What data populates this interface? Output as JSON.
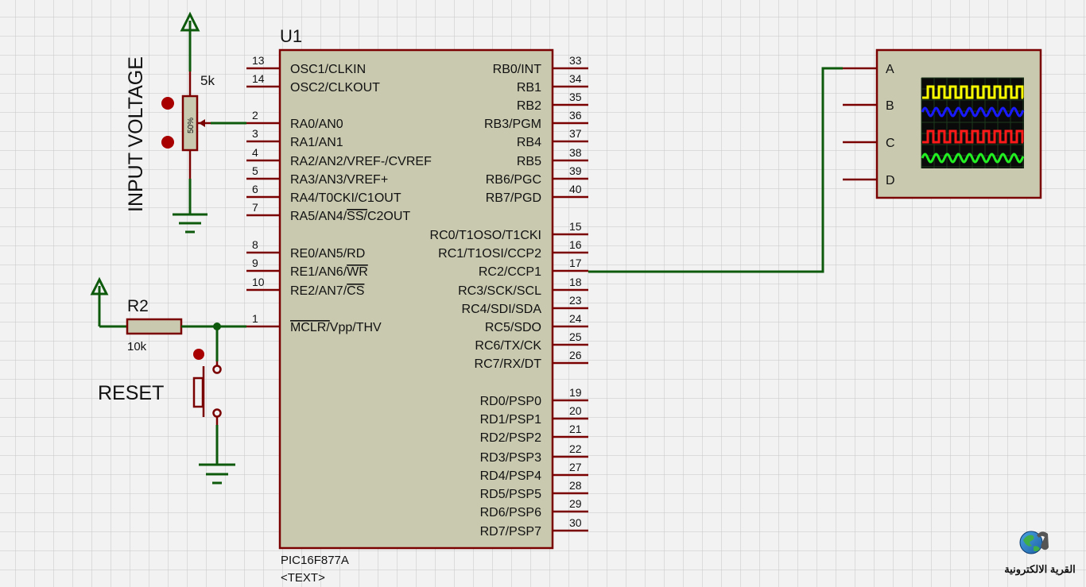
{
  "chip": {
    "ref": "U1",
    "part": "PIC16F877A",
    "text_placeholder": "<TEXT>",
    "left_pins": [
      {
        "num": "13",
        "name": "OSC1/CLKIN"
      },
      {
        "num": "14",
        "name": "OSC2/CLKOUT"
      },
      {
        "num": "2",
        "name": "RA0/AN0"
      },
      {
        "num": "3",
        "name": "RA1/AN1"
      },
      {
        "num": "4",
        "name": "RA2/AN2/VREF-/CVREF"
      },
      {
        "num": "5",
        "name": "RA3/AN3/VREF+"
      },
      {
        "num": "6",
        "name": "RA4/T0CKI/C1OUT"
      },
      {
        "num": "7",
        "name": "RA5/AN4/SS/C2OUT"
      },
      {
        "num": "8",
        "name": "RE0/AN5/RD"
      },
      {
        "num": "9",
        "name": "RE1/AN6/WR"
      },
      {
        "num": "10",
        "name": "RE2/AN7/CS"
      },
      {
        "num": "1",
        "name": "MCLR/Vpp/THV"
      }
    ],
    "right_pins": [
      {
        "num": "33",
        "name": "RB0/INT"
      },
      {
        "num": "34",
        "name": "RB1"
      },
      {
        "num": "35",
        "name": "RB2"
      },
      {
        "num": "36",
        "name": "RB3/PGM"
      },
      {
        "num": "37",
        "name": "RB4"
      },
      {
        "num": "38",
        "name": "RB5"
      },
      {
        "num": "39",
        "name": "RB6/PGC"
      },
      {
        "num": "40",
        "name": "RB7/PGD"
      },
      {
        "num": "15",
        "name": "RC0/T1OSO/T1CKI"
      },
      {
        "num": "16",
        "name": "RC1/T1OSI/CCP2"
      },
      {
        "num": "17",
        "name": "RC2/CCP1"
      },
      {
        "num": "18",
        "name": "RC3/SCK/SCL"
      },
      {
        "num": "23",
        "name": "RC4/SDI/SDA"
      },
      {
        "num": "24",
        "name": "RC5/SDO"
      },
      {
        "num": "25",
        "name": "RC6/TX/CK"
      },
      {
        "num": "26",
        "name": "RC7/RX/DT"
      },
      {
        "num": "19",
        "name": "RD0/PSP0"
      },
      {
        "num": "20",
        "name": "RD1/PSP1"
      },
      {
        "num": "21",
        "name": "RD2/PSP2"
      },
      {
        "num": "22",
        "name": "RD3/PSP3"
      },
      {
        "num": "27",
        "name": "RD4/PSP4"
      },
      {
        "num": "28",
        "name": "RD5/PSP5"
      },
      {
        "num": "29",
        "name": "RD6/PSP6"
      },
      {
        "num": "30",
        "name": "RD7/PSP7"
      }
    ]
  },
  "pot": {
    "value": "5k",
    "percent": "50%",
    "label": "INPUT VOLTAGE"
  },
  "resistor": {
    "ref": "R2",
    "value": "10k"
  },
  "button": {
    "label": "RESET"
  },
  "scope": {
    "channels": [
      "A",
      "B",
      "C",
      "D"
    ],
    "trace_colors": [
      "#ffff00",
      "#1a1aff",
      "#ff1a1a",
      "#22ee22"
    ]
  },
  "colors": {
    "wire": "#0d5a0d",
    "pin": "#7a0000",
    "chip_fill": "#c9c9b0",
    "grid": "#c6c6c6"
  },
  "watermark": {
    "text": "القرية الالكترونية"
  }
}
